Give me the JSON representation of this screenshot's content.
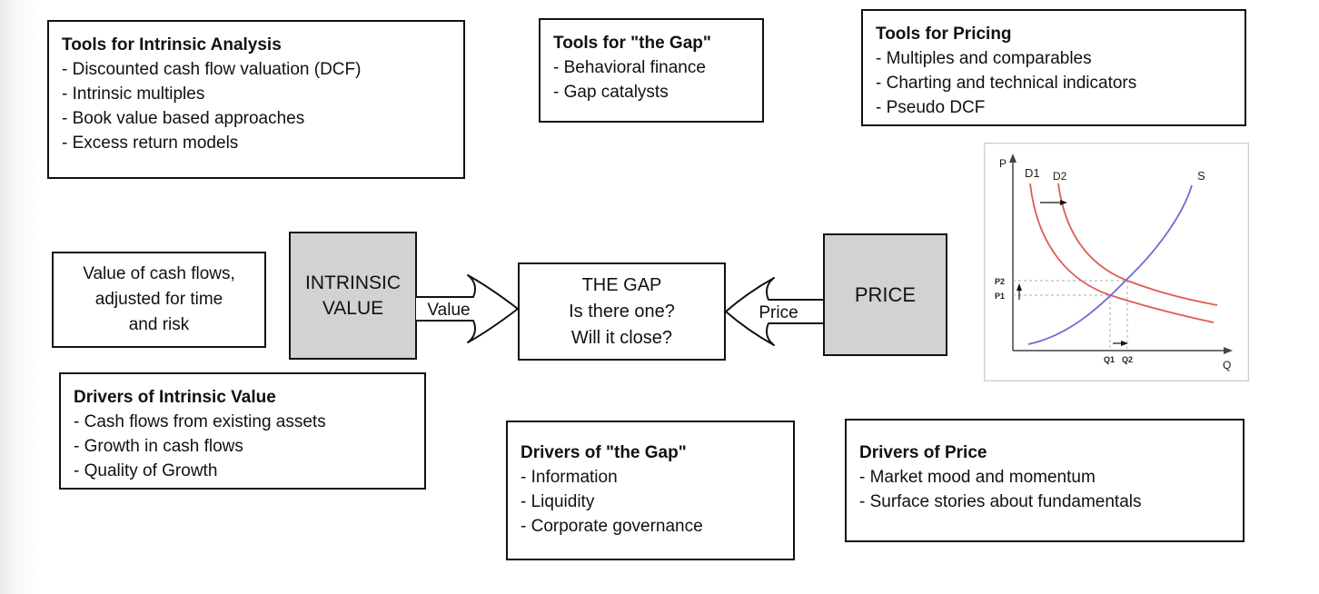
{
  "page": {
    "background": "#ffffff"
  },
  "colors": {
    "node_fill": "#d2d2d2",
    "box_border": "#111111",
    "demand_curve": "#e05a52",
    "supply_curve": "#6b6bd6",
    "dashed_guides": "#ababab"
  },
  "boxes": {
    "tools_intrinsic": {
      "title": "Tools for Intrinsic Analysis",
      "items": [
        "- Discounted cash flow valuation (DCF)",
        "- Intrinsic multiples",
        "- Book value based approaches",
        "- Excess return models"
      ]
    },
    "tools_gap": {
      "title": "Tools for \"the Gap\"",
      "items": [
        "- Behavioral finance",
        "- Gap catalysts"
      ]
    },
    "tools_pricing": {
      "title": "Tools for Pricing",
      "items": [
        "- Multiples and comparables",
        "- Charting and technical indicators",
        "- Pseudo DCF"
      ]
    },
    "value_description": {
      "lines": [
        "Value of cash flows,",
        "adjusted for time",
        "and risk"
      ]
    },
    "drivers_intrinsic": {
      "title": "Drivers of Intrinsic Value",
      "items": [
        "- Cash flows from existing assets",
        "- Growth in cash flows",
        "- Quality of Growth"
      ]
    },
    "drivers_gap": {
      "title": "Drivers of \"the Gap\"",
      "items": [
        "- Information",
        "- Liquidity",
        "- Corporate governance"
      ]
    },
    "drivers_price": {
      "title": "Drivers of Price",
      "items": [
        "- Market mood and momentum",
        "- Surface stories about fundamentals"
      ]
    }
  },
  "nodes": {
    "intrinsic_value": {
      "label": "INTRINSIC VALUE"
    },
    "the_gap": {
      "lines": [
        "THE GAP",
        "Is there one?",
        "Will it close?"
      ]
    },
    "price": {
      "label": "PRICE"
    }
  },
  "arrows": {
    "value_label": "Value",
    "price_label": "Price"
  },
  "chart_data": {
    "type": "line",
    "title": "Supply and demand: rightward demand shift raises price P1 to P2 and quantity Q1 to Q2",
    "xlabel": "Q",
    "ylabel": "P",
    "legend_position": "none",
    "grid": false,
    "series": [
      {
        "name": "D1",
        "color": "#e05a52",
        "role": "original demand, downward sloping convex",
        "points_norm": [
          [
            0.08,
            0.98
          ],
          [
            0.2,
            0.55
          ],
          [
            0.45,
            0.28
          ],
          [
            0.7,
            0.14
          ],
          [
            0.95,
            0.08
          ]
        ]
      },
      {
        "name": "D2",
        "color": "#e05a52",
        "role": "shifted demand (right of D1)",
        "points_norm": [
          [
            0.21,
            0.98
          ],
          [
            0.33,
            0.6
          ],
          [
            0.53,
            0.37
          ],
          [
            0.78,
            0.22
          ],
          [
            0.97,
            0.18
          ]
        ]
      },
      {
        "name": "S",
        "color": "#6b6bd6",
        "role": "supply, upward sloping convex",
        "points_norm": [
          [
            0.07,
            0.03
          ],
          [
            0.35,
            0.15
          ],
          [
            0.53,
            0.37
          ],
          [
            0.75,
            0.72
          ],
          [
            0.85,
            0.95
          ]
        ]
      }
    ],
    "annotations": {
      "p1": "P1",
      "p2": "P2",
      "q1": "Q1",
      "q2": "Q2",
      "equilibrium_1": "D1 x S at (Q1, P1)",
      "equilibrium_2": "D2 x S at (Q2, P2)",
      "shift_arrows": [
        "D1 to D2 rightward",
        "P1 to P2 upward",
        "Q1 to Q2 rightward"
      ]
    }
  }
}
